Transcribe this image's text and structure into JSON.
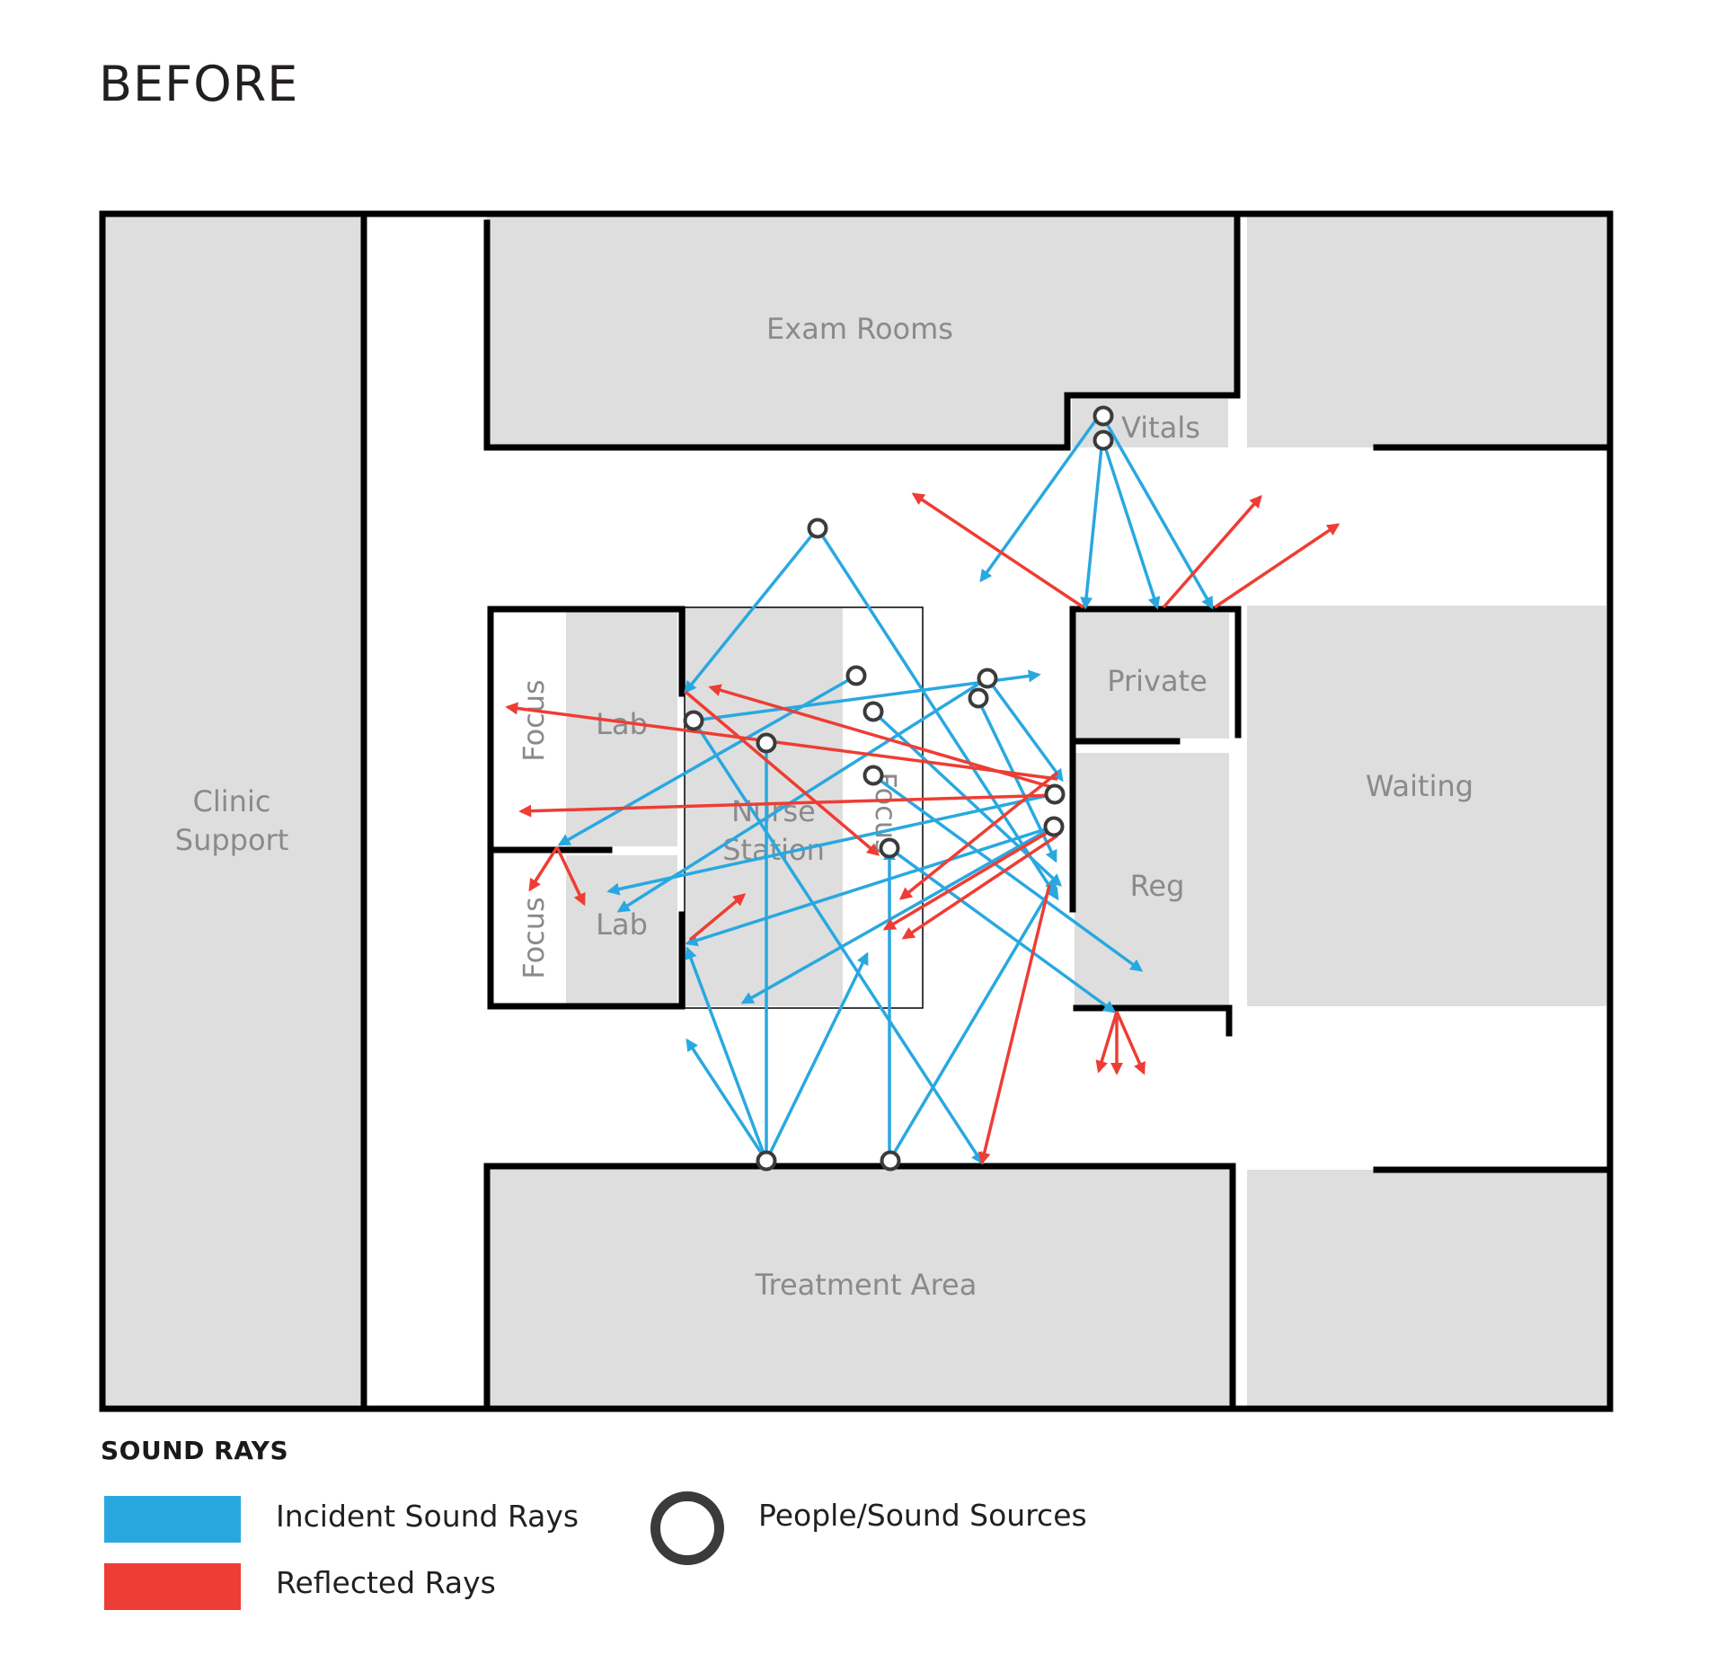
{
  "title": "BEFORE",
  "rooms": {
    "exam_rooms": "Exam Rooms",
    "vitals": "Vitals",
    "clinic_support_1": "Clinic",
    "clinic_support_2": "Support",
    "focus_top": "Focus",
    "lab_top": "Lab",
    "focus_bottom": "Focus",
    "lab_bottom": "Lab",
    "nurse_1": "Nurse",
    "nurse_2": "Station",
    "focus_rotated": "Focus",
    "private": "Private",
    "waiting": "Waiting",
    "reg": "Reg",
    "treatment": "Treatment Area"
  },
  "legend": {
    "title": "SOUND RAYS",
    "incident": "Incident Sound Rays",
    "reflected": "Reflected Rays",
    "sources": "People/Sound Sources"
  },
  "colors": {
    "incident": "#29a8e0",
    "reflected": "#ee3d34",
    "wall": "#000000",
    "room_fill": "#dedede",
    "source_ring": "#3b3b3b"
  }
}
